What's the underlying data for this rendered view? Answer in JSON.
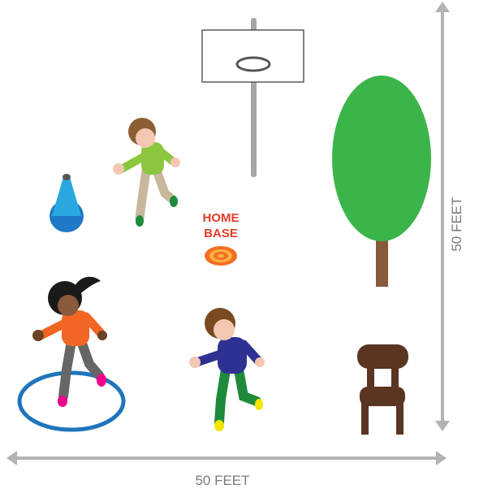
{
  "dimensions": {
    "width_label": "50 FEET",
    "height_label": "50 FEET"
  },
  "home_base": {
    "line1": "HOME",
    "line2": "BASE"
  },
  "colors": {
    "arrow": "#b3b3b3",
    "dim_text": "#7a7a7a",
    "home_text": "#e23b2b",
    "target_outer": "#f36f21",
    "target_inner": "#fbb040",
    "tree_leaves": "#3bb54a",
    "tree_trunk": "#8a5a3c",
    "chair": "#5a3522",
    "hoop_ring": "#1f75bc",
    "cone": "#1e88e5",
    "backboard_pole": "#a6a6a6"
  },
  "objects": [
    "basketball-hoop",
    "tree",
    "chair",
    "cone",
    "home-base-target",
    "hula-hoop",
    "child-green-shirt",
    "child-orange-shirt",
    "child-blue-shirt"
  ]
}
